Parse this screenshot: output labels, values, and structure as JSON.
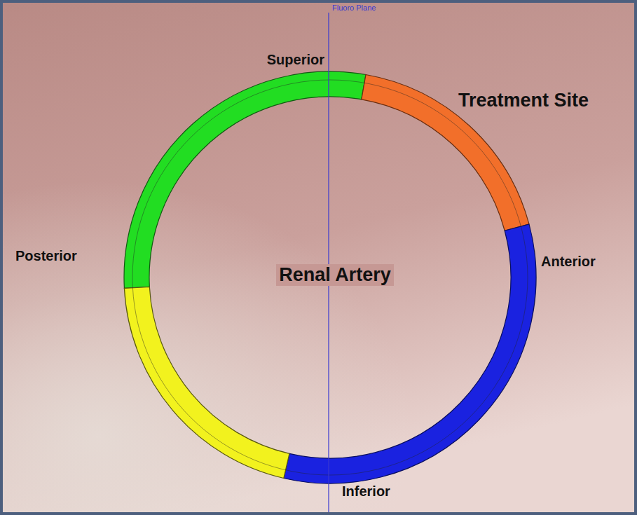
{
  "diagram": {
    "labels": [
      "Fluoro Plane",
      "Superior",
      "Treatment Site",
      "Posterior",
      "Renal Artery",
      "Anterior",
      "Inferior"
    ]
  }
}
